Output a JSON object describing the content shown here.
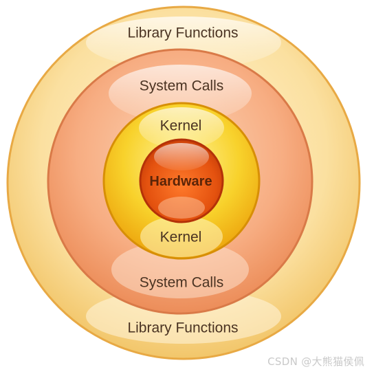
{
  "diagram": {
    "layers": [
      {
        "name": "Library Functions",
        "top_label": "Library Functions",
        "bottom_label": "Library Functions"
      },
      {
        "name": "System Calls",
        "top_label": "System Calls",
        "bottom_label": "System Calls"
      },
      {
        "name": "Kernel",
        "top_label": "Kernel",
        "bottom_label": "Kernel"
      },
      {
        "name": "Hardware",
        "center_label": "Hardware"
      }
    ],
    "colors": {
      "library_ring": "#f9d888",
      "library_outline": "#e8a944",
      "system_ring": "#f5a577",
      "system_outline": "#d97a48",
      "kernel_ring": "#f3c21a",
      "kernel_outline": "#d78f06",
      "hardware_core": "#e65a16",
      "hardware_outline": "#b43208"
    }
  },
  "watermark": "CSDN @大熊猫侯佩"
}
